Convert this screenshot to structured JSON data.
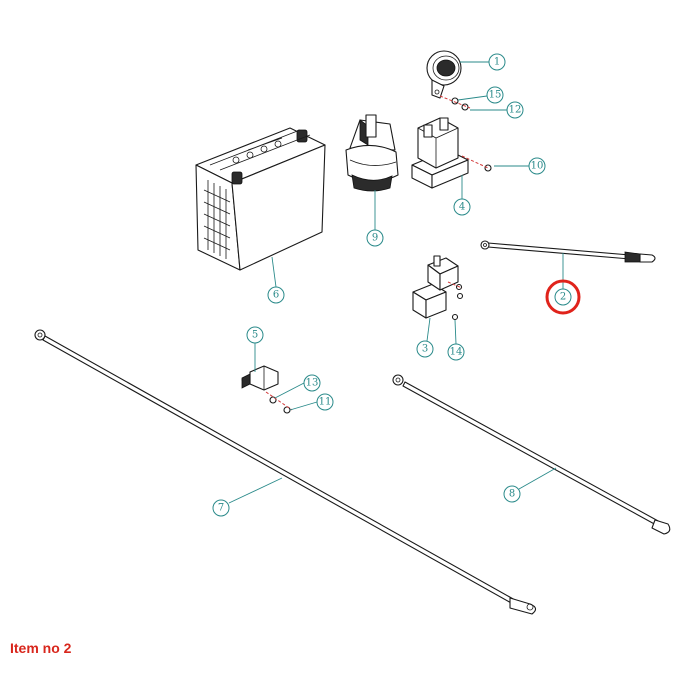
{
  "caption": {
    "text": "Item no 2",
    "color": "#d8261c"
  },
  "highlight": {
    "item": "2",
    "color": "#e0231b"
  },
  "accent_color": "#2a8a8a",
  "callouts": [
    {
      "id": "1"
    },
    {
      "id": "2"
    },
    {
      "id": "3"
    },
    {
      "id": "4"
    },
    {
      "id": "5"
    },
    {
      "id": "6"
    },
    {
      "id": "7"
    },
    {
      "id": "8"
    },
    {
      "id": "9"
    },
    {
      "id": "10"
    },
    {
      "id": "11"
    },
    {
      "id": "12"
    },
    {
      "id": "13"
    },
    {
      "id": "14"
    },
    {
      "id": "15"
    }
  ]
}
